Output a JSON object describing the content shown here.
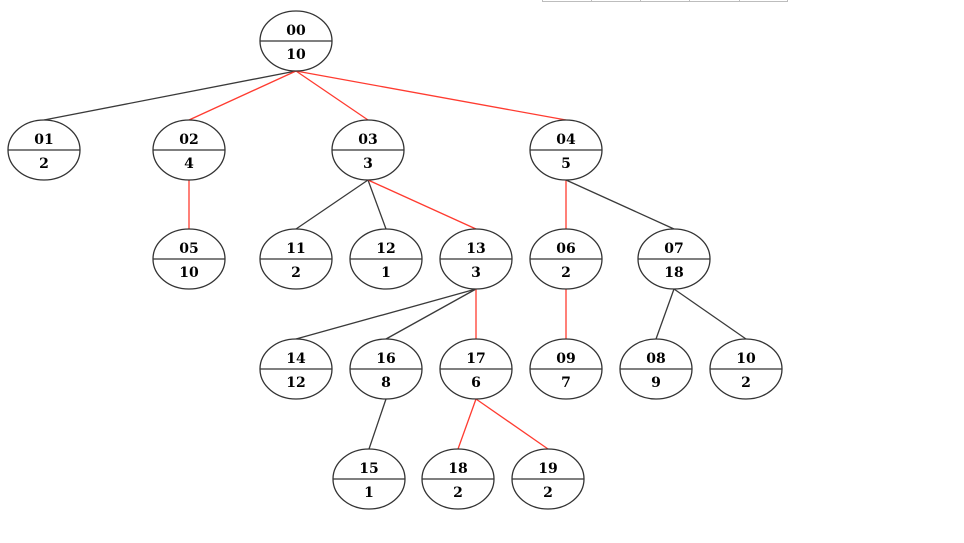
{
  "colors": {
    "normal_edge": "#3a3a3a",
    "highlight_edge": "#ff3b30",
    "node_stroke": "#333333",
    "node_fill": "#ffffff"
  },
  "nodes": [
    {
      "id": "00",
      "value": "10"
    },
    {
      "id": "01",
      "value": "2"
    },
    {
      "id": "02",
      "value": "4"
    },
    {
      "id": "03",
      "value": "3"
    },
    {
      "id": "04",
      "value": "5"
    },
    {
      "id": "05",
      "value": "10"
    },
    {
      "id": "11",
      "value": "2"
    },
    {
      "id": "12",
      "value": "1"
    },
    {
      "id": "13",
      "value": "3"
    },
    {
      "id": "06",
      "value": "2"
    },
    {
      "id": "07",
      "value": "18"
    },
    {
      "id": "14",
      "value": "12"
    },
    {
      "id": "16",
      "value": "8"
    },
    {
      "id": "17",
      "value": "6"
    },
    {
      "id": "09",
      "value": "7"
    },
    {
      "id": "08",
      "value": "9"
    },
    {
      "id": "10",
      "value": "2"
    },
    {
      "id": "15",
      "value": "1"
    },
    {
      "id": "18",
      "value": "2"
    },
    {
      "id": "19",
      "value": "2"
    }
  ],
  "edges": [
    {
      "from": "00",
      "to": "01",
      "highlight": false
    },
    {
      "from": "00",
      "to": "02",
      "highlight": true
    },
    {
      "from": "00",
      "to": "03",
      "highlight": true
    },
    {
      "from": "00",
      "to": "04",
      "highlight": true
    },
    {
      "from": "02",
      "to": "05",
      "highlight": true
    },
    {
      "from": "03",
      "to": "11",
      "highlight": false
    },
    {
      "from": "03",
      "to": "12",
      "highlight": false
    },
    {
      "from": "03",
      "to": "13",
      "highlight": true
    },
    {
      "from": "04",
      "to": "06",
      "highlight": true
    },
    {
      "from": "04",
      "to": "07",
      "highlight": false
    },
    {
      "from": "13",
      "to": "14",
      "highlight": false
    },
    {
      "from": "13",
      "to": "16",
      "highlight": false
    },
    {
      "from": "13",
      "to": "17",
      "highlight": true
    },
    {
      "from": "06",
      "to": "09",
      "highlight": true
    },
    {
      "from": "07",
      "to": "08",
      "highlight": false
    },
    {
      "from": "07",
      "to": "10",
      "highlight": false
    },
    {
      "from": "16",
      "to": "15",
      "highlight": false
    },
    {
      "from": "17",
      "to": "18",
      "highlight": true
    },
    {
      "from": "17",
      "to": "19",
      "highlight": true
    }
  ]
}
